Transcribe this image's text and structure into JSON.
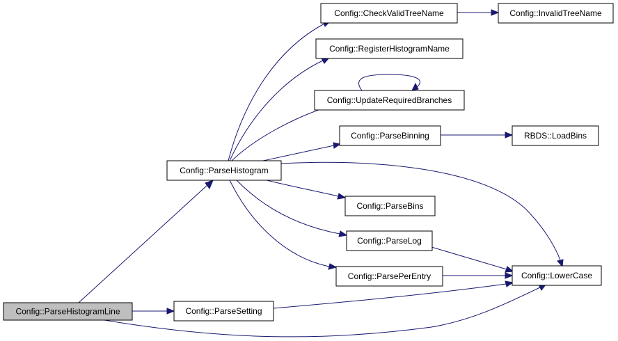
{
  "graph": {
    "nodes": {
      "parse_histogram_line": "Config::ParseHistogramLine",
      "parse_histogram": "Config::ParseHistogram",
      "parse_setting": "Config::ParseSetting",
      "check_valid_tree_name": "Config::CheckValidTreeName",
      "invalid_tree_name": "Config::InvalidTreeName",
      "register_histogram_name": "Config::RegisterHistogramName",
      "update_required_branches": "Config::UpdateRequiredBranches",
      "parse_binning": "Config::ParseBinning",
      "load_bins": "RBDS::LoadBins",
      "parse_bins": "Config::ParseBins",
      "parse_log": "Config::ParseLog",
      "parse_per_entry": "Config::ParsePerEntry",
      "lower_case": "Config::LowerCase"
    }
  }
}
